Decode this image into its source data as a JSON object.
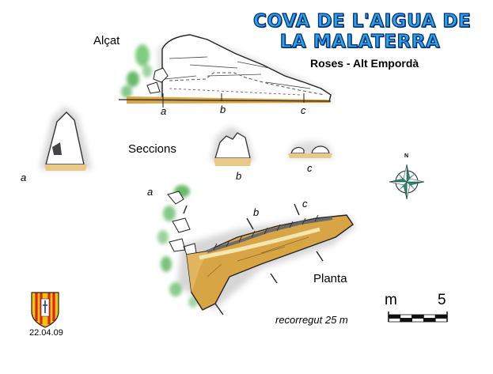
{
  "title": {
    "line1": "COVA DE L'AIGUA DE",
    "line2": "LA MALATERRA"
  },
  "location": {
    "town": "Roses",
    "separator": "-",
    "region": "Alt Empordà"
  },
  "views": {
    "elevation": "Alçat",
    "sections": "Seccions",
    "plan": "Planta"
  },
  "markers": {
    "elevation": [
      "a",
      "b",
      "c"
    ],
    "sections": [
      "a",
      "b",
      "c"
    ],
    "plan": [
      "a",
      "b",
      "c"
    ]
  },
  "scale": {
    "unit": "m",
    "length": "5",
    "segments": 5
  },
  "route": "recorregut 25 m",
  "date": "22.04.09",
  "compass": {
    "north_label": "N",
    "icon": "compass-rose-icon"
  },
  "emblem": {
    "icon": "catalan-shield-icon"
  },
  "colors": {
    "title_fill": "#24a7e6",
    "title_outline": "#0a2a78",
    "cave_fill": "#d8a544",
    "cave_floor": "#e8c98a",
    "rock_gray": "#9a9a9a",
    "vegetation": "#4caf50",
    "water": "#f3e6b0"
  }
}
